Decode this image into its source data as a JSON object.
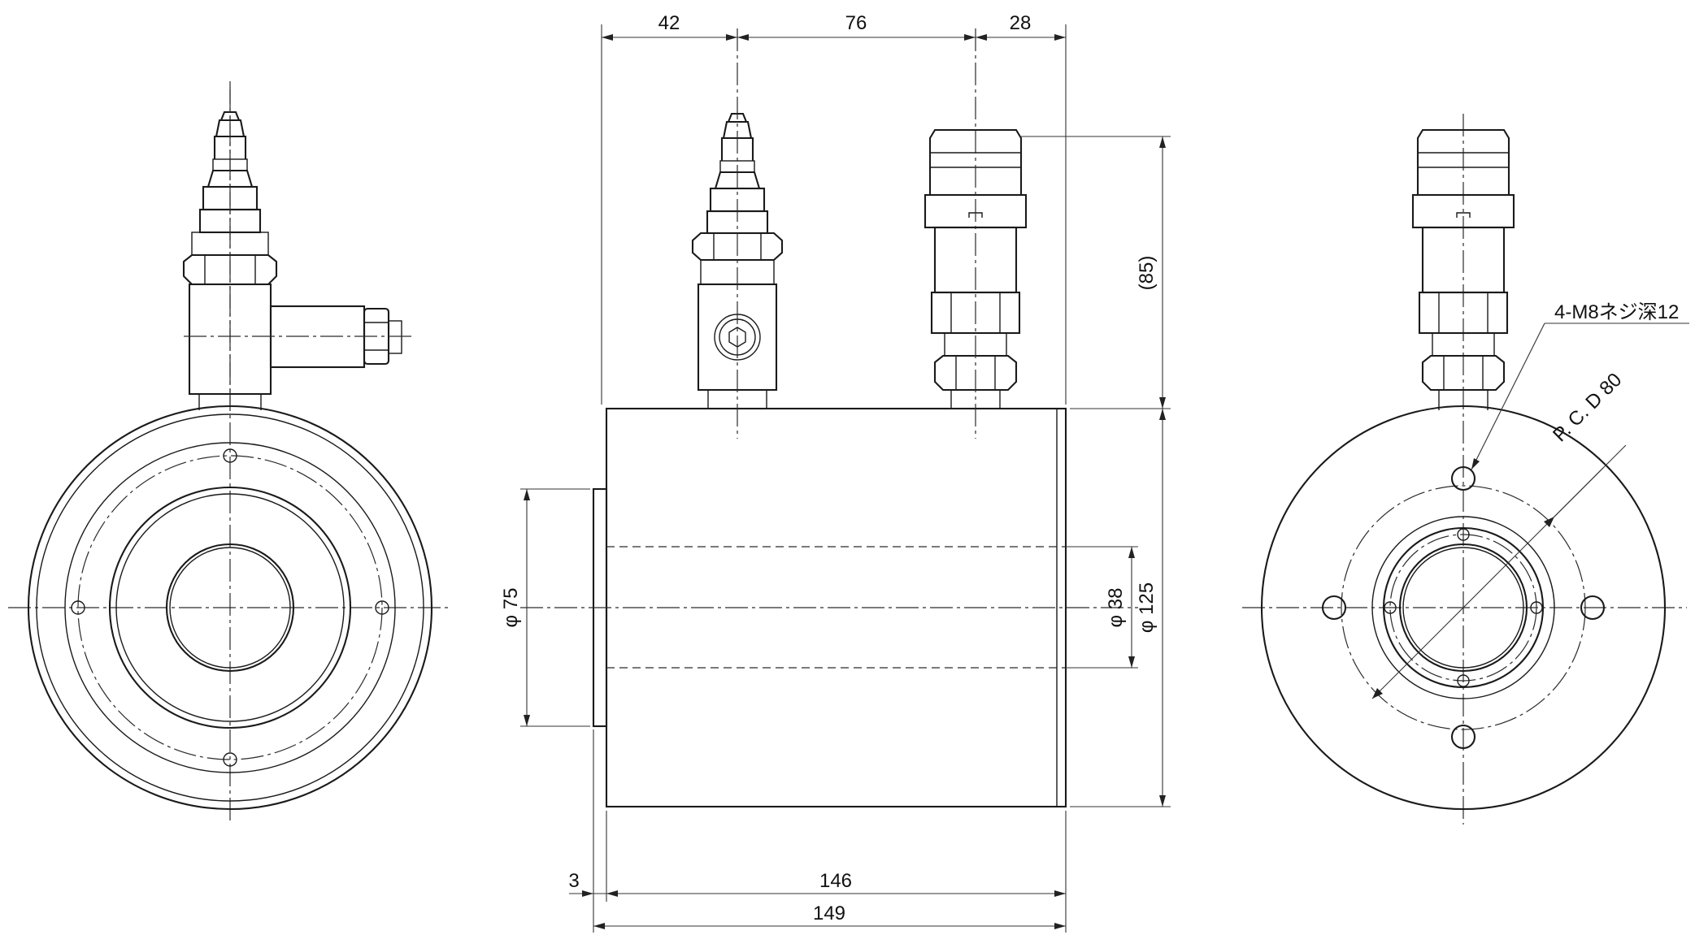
{
  "drawing": {
    "dims": {
      "d42": "42",
      "d76": "76",
      "d28": "28",
      "d85": "(85)",
      "d75": "φ 75",
      "d38": "φ 38",
      "d125": "φ 125",
      "d3": "3",
      "d146": "146",
      "d149": "149"
    },
    "notes": {
      "thread": "4-M8ネジ深12",
      "pcd": "P. C. D  80"
    }
  }
}
